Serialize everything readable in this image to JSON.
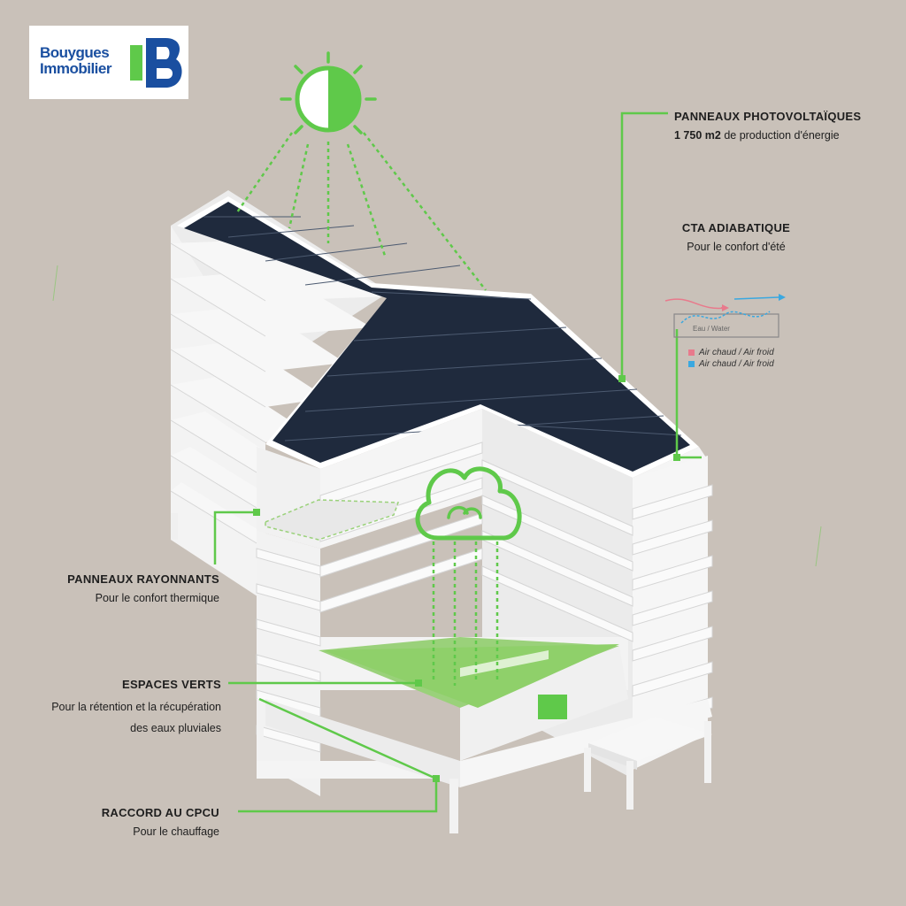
{
  "logo": {
    "line1": "Bouygues",
    "line2": "Immobilier"
  },
  "labels": {
    "pv": {
      "title": "PANNEAUX PHOTOVOLTAÏQUES",
      "value": "1 750 m2",
      "text": "de production d'énergie"
    },
    "cta": {
      "title": "CTA ADIABATIQUE",
      "text": "Pour le confort d'été"
    },
    "rayonnants": {
      "title": "PANNEAUX RAYONNANTS",
      "text": "Pour le confort thermique"
    },
    "verts": {
      "title": "ESPACES VERTS",
      "text1": "Pour la rétention et la récupération",
      "text2": "des eaux pluviales"
    },
    "cpcu": {
      "title": "RACCORD AU CPCU",
      "text": "Pour le chauffage"
    }
  },
  "cta_diagram": {
    "water_label": "Eau / Water",
    "legend": [
      {
        "text": "Air chaud / Air froid",
        "color": "#e87a8c"
      },
      {
        "text": "Air chaud / Air froid",
        "color": "#3aa8e0"
      }
    ]
  },
  "colors": {
    "background": "#c9c1b9",
    "accent_green": "#5fc94a",
    "roof_navy": "#1f2a3d",
    "logo_blue": "#1a4fa0"
  }
}
